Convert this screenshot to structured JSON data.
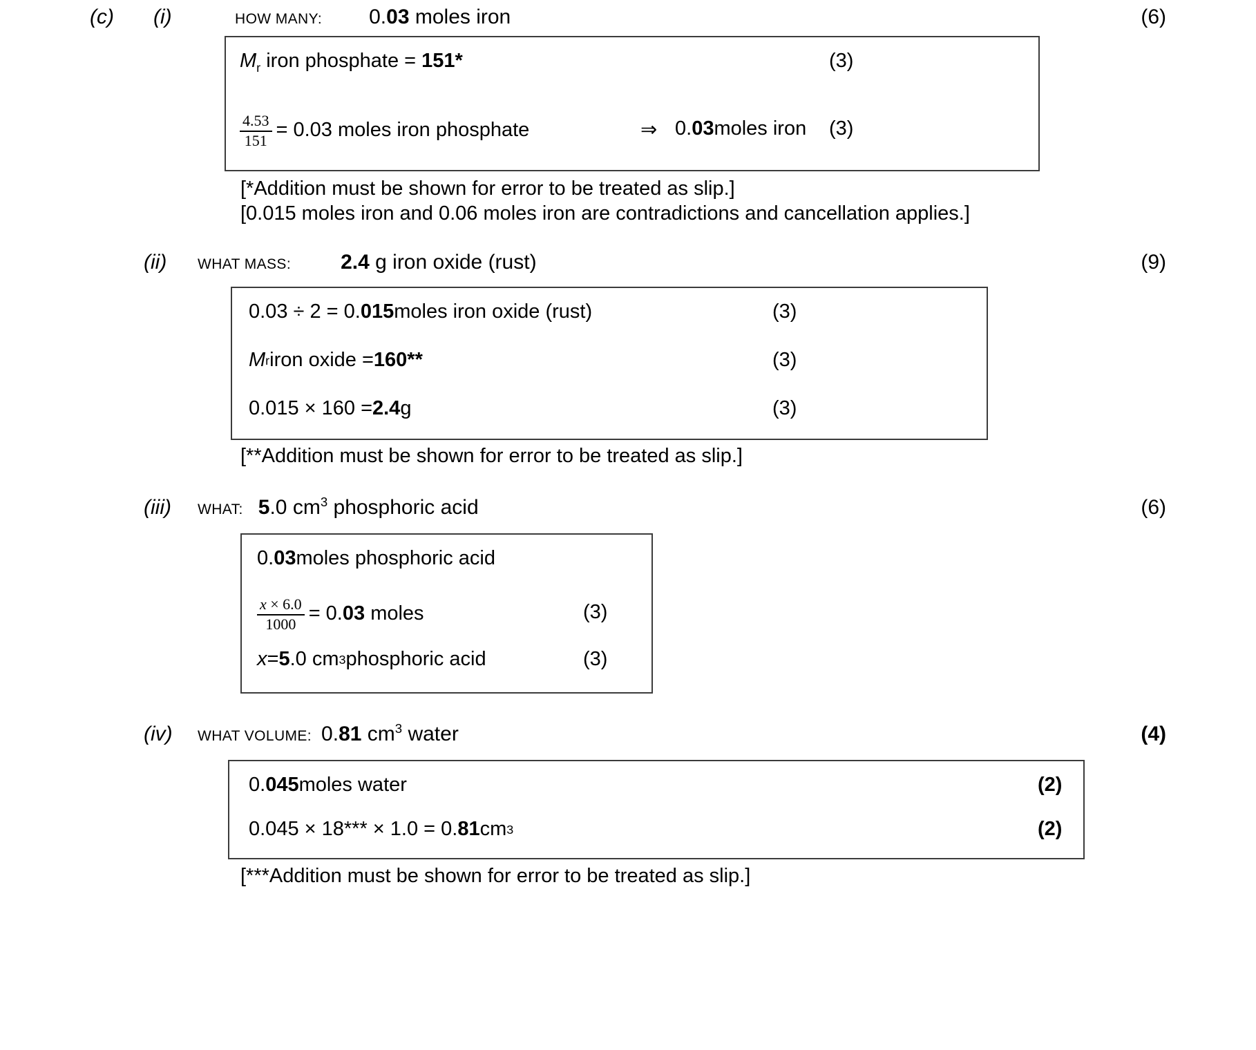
{
  "part": {
    "letter": "(c)"
  },
  "items": [
    {
      "roman": "(i)",
      "prompt": "HOW MANY:",
      "answer_bold": "0.03",
      "answer_bold_lead": "0.",
      "answer_bold_tail": "03",
      "answer_rest": " moles iron",
      "total_marks": "(6)",
      "box": {
        "line1_pre": "M",
        "line1_sub": "r",
        "line1_rest": " iron phosphate = ",
        "line1_bold": "151*",
        "line1_mark": "(3)",
        "frac_num": "4.53",
        "frac_den": "151",
        "line2_rest": "= 0.03 moles iron phosphate",
        "line2_arrow": "⇒",
        "line2_result_lead": "0.",
        "line2_result_bold": "03",
        "line2_result_rest": " moles iron",
        "line2_mark": "(3)"
      },
      "notes": [
        "[*Addition must be shown for error to be treated as slip.]",
        "[0.015 moles iron and 0.06 moles iron are contradictions and cancellation applies.]"
      ]
    },
    {
      "roman": "(ii)",
      "prompt": "WHAT MASS:",
      "answer_bold": "2.4",
      "answer_rest": " g iron oxide (rust)",
      "total_marks": "(9)",
      "box": {
        "l1_pre": "0.03 ÷ 2 = 0.",
        "l1_bold": "015",
        "l1_rest": " moles iron oxide (rust)",
        "l1_mark": "(3)",
        "l2_pre": "M",
        "l2_sub": "r",
        "l2_rest": " iron oxide = ",
        "l2_bold": "160**",
        "l2_mark": "(3)",
        "l3_pre": "0.015 × 160 = ",
        "l3_bold": "2.4",
        "l3_rest": " g",
        "l3_mark": "(3)"
      },
      "notes": [
        "[**Addition must be shown for error to be treated as slip.]"
      ]
    },
    {
      "roman": "(iii)",
      "prompt": "WHAT:",
      "answer_bold": "5",
      "answer_rest_a": ".0 cm",
      "answer_sup": "3",
      "answer_rest_b": " phosphoric acid",
      "total_marks": "(6)",
      "box": {
        "l1_pre": "0.",
        "l1_bold": "03",
        "l1_rest": " moles phosphoric acid",
        "frac_num_x": "x",
        "frac_num_rest": " × 6.0",
        "frac_den": "1000",
        "l2_rest_pre": "= 0.",
        "l2_bold": "03",
        "l2_rest": " moles",
        "l2_mark": "(3)",
        "l3_x": "x",
        "l3_eq": " = ",
        "l3_bold": "5",
        "l3_rest_a": ".0 cm",
        "l3_sup": "3",
        "l3_rest_b": " phosphoric acid",
        "l3_mark": "(3)"
      },
      "notes": []
    },
    {
      "roman": "(iv)",
      "prompt": "WHAT VOLUME:",
      "answer_lead": "0.",
      "answer_bold": "81",
      "answer_rest_a": " cm",
      "answer_sup": "3",
      "answer_rest_b": " water",
      "total_marks": "(4)",
      "total_marks_bold": true,
      "box": {
        "l1_pre": "0.",
        "l1_bold": "045",
        "l1_rest": " moles water",
        "l1_mark": "(2)",
        "l2_pre": "0.045 × 18*** × 1.0 = 0.",
        "l2_bold": "81",
        "l2_rest_a": " cm",
        "l2_sup": "3",
        "l2_mark": "(2)"
      },
      "notes": [
        "[***Addition must be shown for error to be treated as slip.]"
      ]
    }
  ]
}
